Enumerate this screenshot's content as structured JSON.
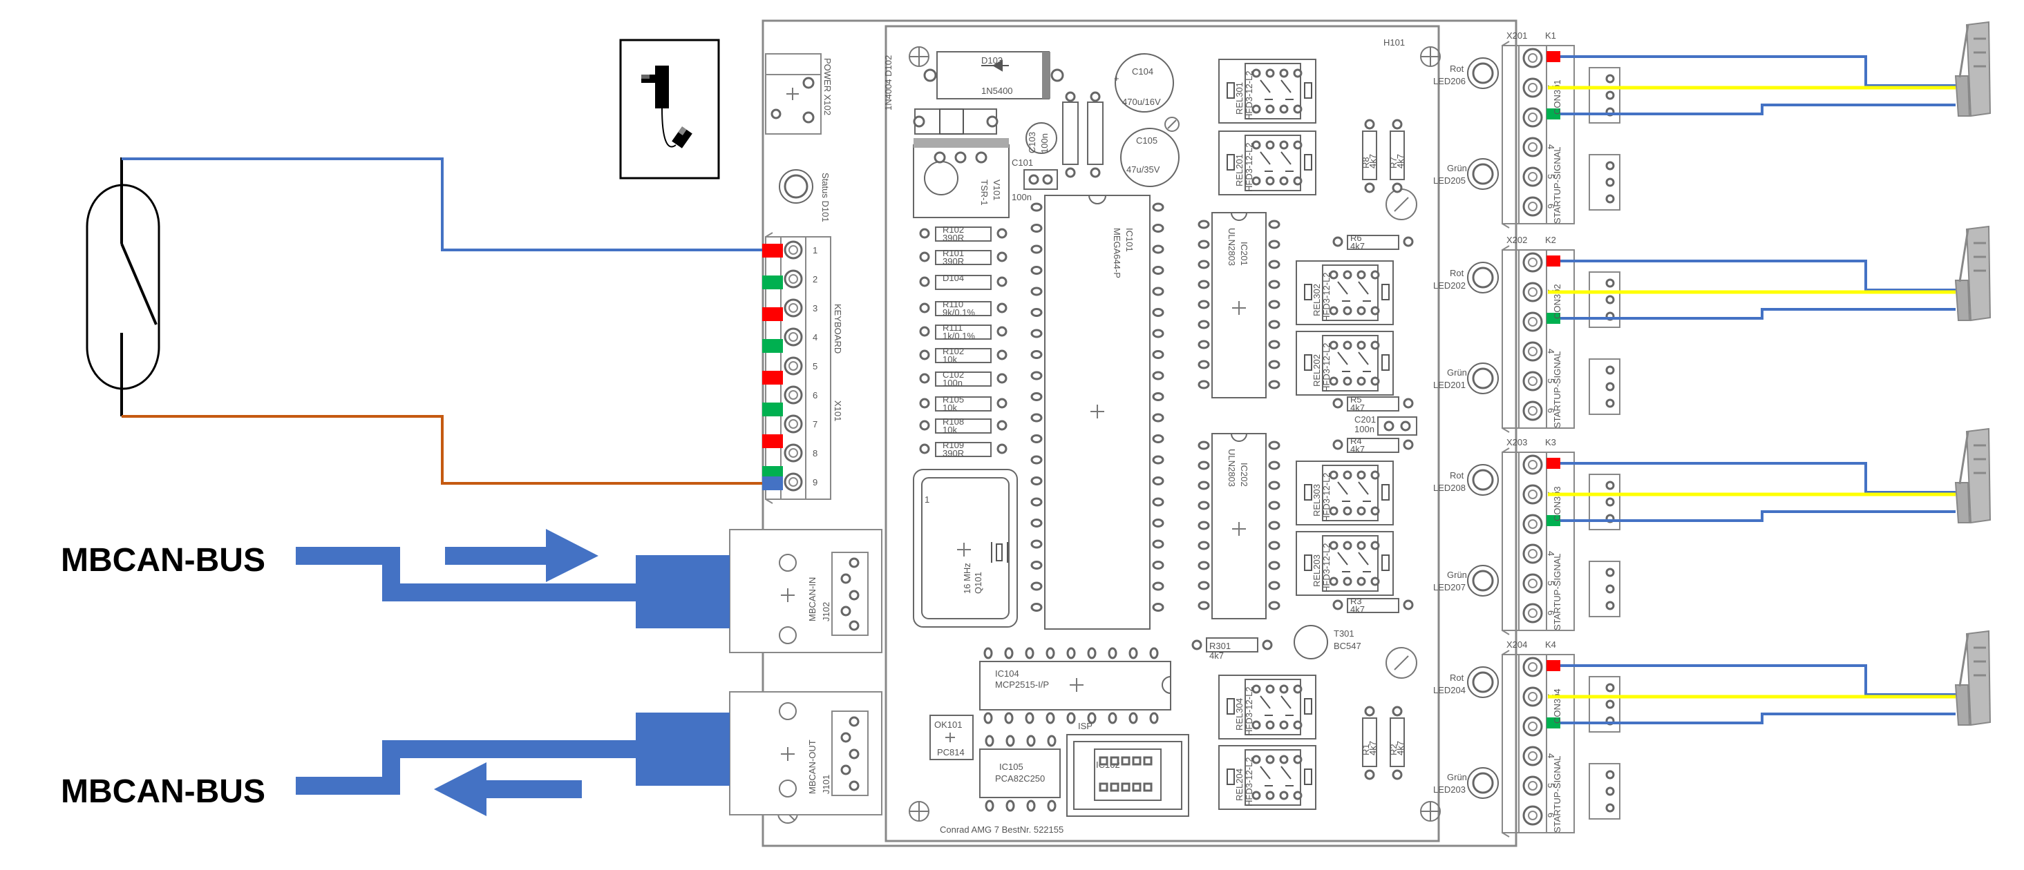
{
  "colors": {
    "wire_blue": "#4472C4",
    "wire_orange": "#C55A11",
    "wire_yellow": "#FFFF00",
    "led_red": "#FF0000",
    "led_green": "#00B050",
    "bus_blue": "#4472C4",
    "board_outline": "#888888",
    "silkscreen": "#555555",
    "turnout_gray": "#888888"
  },
  "bus_labels": {
    "in": "MBCAN-BUS",
    "out": "MBCAN-BUS"
  },
  "board": {
    "id": "H101",
    "footer": "Conrad AMG 7 BestNr. 522155"
  },
  "power": {
    "connector": "POWER X102",
    "diode": "1N4004 D102",
    "status_led": "Status D101"
  },
  "keyboard": {
    "connector": "X101",
    "label": "KEYBOARD",
    "pins": [
      "1",
      "2",
      "3",
      "4",
      "5",
      "6",
      "7",
      "8",
      "9"
    ]
  },
  "can_in": {
    "label": "MBCAN-IN",
    "ref": "J102"
  },
  "can_out": {
    "label": "MBCAN-OUT",
    "ref": "J101"
  },
  "components": {
    "d103": "D103",
    "d103_value": "1N5400",
    "c104": "C104",
    "c104_value": "470u/16V",
    "c105": "C105",
    "c105_value": "47u/35V",
    "c103": "C103",
    "c103_value": "100n",
    "c101": "C101",
    "c101_value": "100n",
    "v101": "TSR-1",
    "v101_ref": "V101",
    "mcu": "MEGA644-P",
    "mcu_ref": "IC101",
    "ic201": "ULN2803",
    "ic201_ref": "IC201",
    "ic202": "ULN2803",
    "ic202_ref": "IC202",
    "crystal": "16 MHz",
    "crystal_ref": "Q101",
    "ic104": "IC104",
    "ic104_value": "MCP2515-I/P",
    "ic105": "IC105",
    "ic105_value": "PCA82C250",
    "ok101": "OK101",
    "ok101_value": "PC814",
    "ic102": "IC102",
    "isp": "ISP",
    "t301": "T301",
    "t301_value": "BC547",
    "r301": "R301",
    "r301_value": "4k7",
    "c201": "C201",
    "c201_value": "100n"
  },
  "resistors_left": [
    {
      "ref": "R102",
      "value": "390R"
    },
    {
      "ref": "R101",
      "value": "390R"
    },
    {
      "ref": "D104",
      "value": ""
    },
    {
      "ref": "R110",
      "value": "9k/0.1%"
    },
    {
      "ref": "R111",
      "value": "1k/0.1%"
    },
    {
      "ref": "R102",
      "value": "10k"
    },
    {
      "ref": "C102",
      "value": "100n"
    },
    {
      "ref": "R105",
      "value": "10k"
    },
    {
      "ref": "R108",
      "value": "10k"
    },
    {
      "ref": "R109",
      "value": "390R"
    }
  ],
  "relays": [
    {
      "ref": "REL301",
      "type": "HFD3-12-L2"
    },
    {
      "ref": "REL201",
      "type": "HFD3-12-L2"
    },
    {
      "ref": "REL302",
      "type": "HFD3-12-L2"
    },
    {
      "ref": "REL202",
      "type": "HFD3-12-L2"
    },
    {
      "ref": "REL303",
      "type": "HFD3-12-L2"
    },
    {
      "ref": "REL203",
      "type": "HFD3-12-L2"
    },
    {
      "ref": "REL304",
      "type": "HFD3-12-L2"
    },
    {
      "ref": "REL204",
      "type": "HFD3-12-L2"
    }
  ],
  "resistors_right": [
    {
      "ref": "R8",
      "value": "4k7"
    },
    {
      "ref": "R7",
      "value": "4k7"
    },
    {
      "ref": "R6",
      "value": "4k7"
    },
    {
      "ref": "R5",
      "value": "4k7"
    },
    {
      "ref": "R4",
      "value": "4k7"
    },
    {
      "ref": "R3",
      "value": "4k7"
    },
    {
      "ref": "R1",
      "value": "4k7"
    },
    {
      "ref": "R2",
      "value": "4k7"
    }
  ],
  "outputs": [
    {
      "connector": "X201",
      "k": "K1",
      "con": "CON301",
      "led_red_label": "Rot",
      "led_red": "LED206",
      "led_green_label": "Grün",
      "led_green": "LED205",
      "signal": "STARTUP-SIGNAL",
      "pins": [
        "1",
        "2",
        "3",
        "4",
        "5",
        "6"
      ]
    },
    {
      "connector": "X202",
      "k": "K2",
      "con": "CON302",
      "led_red_label": "Rot",
      "led_red": "LED202",
      "led_green_label": "Grün",
      "led_green": "LED201",
      "signal": "STARTUP-SIGNAL",
      "pins": [
        "1",
        "2",
        "3",
        "4",
        "5",
        "6"
      ]
    },
    {
      "connector": "X203",
      "k": "K3",
      "con": "CON303",
      "led_red_label": "Rot",
      "led_red": "LED208",
      "led_green_label": "Grün",
      "led_green": "LED207",
      "signal": "STARTUP-SIGNAL",
      "pins": [
        "1",
        "2",
        "3",
        "4",
        "5",
        "6"
      ]
    },
    {
      "connector": "X204",
      "k": "K4",
      "con": "CON304",
      "led_red_label": "Rot",
      "led_red": "LED204",
      "led_green_label": "Grün",
      "led_green": "LED203",
      "signal": "STARTUP-SIGNAL",
      "pins": [
        "1",
        "2",
        "3",
        "4",
        "5",
        "6"
      ]
    }
  ],
  "icons": {
    "power_adapter": "power-plug-icon",
    "switch": "switch-icon",
    "turnout": "turnout-icon",
    "arrow_in": "arrow-right-icon",
    "arrow_out": "arrow-left-icon"
  }
}
